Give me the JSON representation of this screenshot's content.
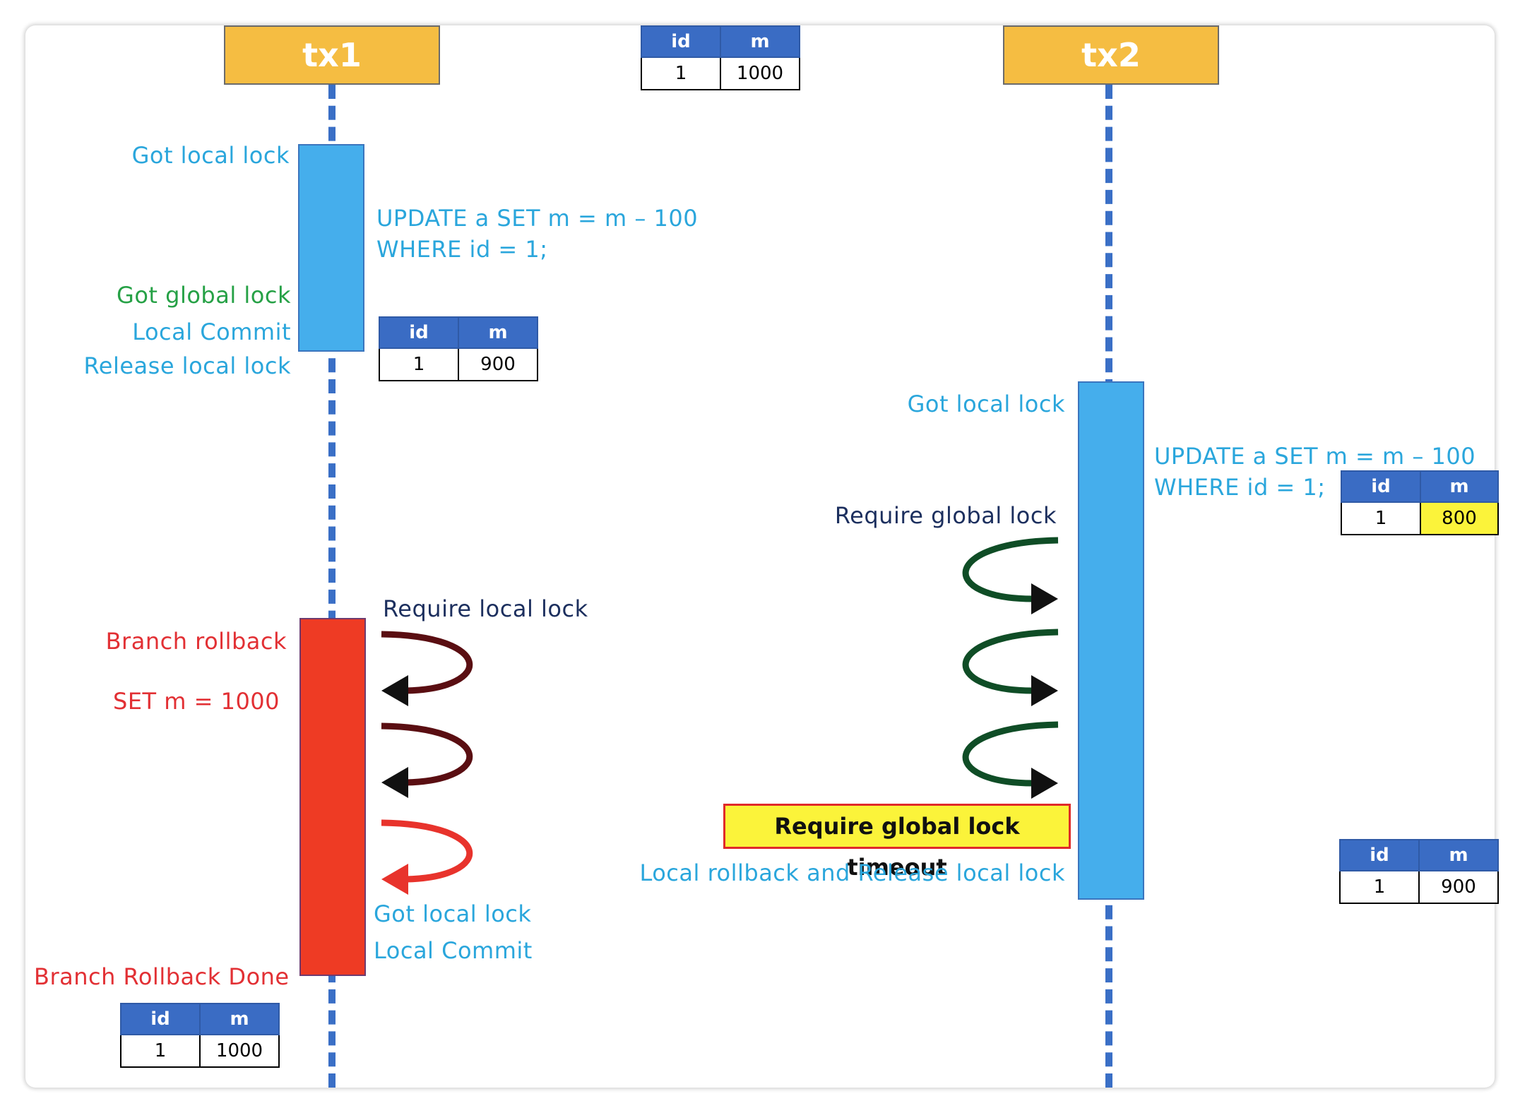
{
  "headers": {
    "tx1": "tx1",
    "tx2": "tx2"
  },
  "tables": {
    "initial": {
      "cols": [
        "id",
        "m"
      ],
      "row": [
        "1",
        "1000"
      ]
    },
    "after_tx1_commit": {
      "cols": [
        "id",
        "m"
      ],
      "row": [
        "1",
        "900"
      ]
    },
    "tx2_update": {
      "cols": [
        "id",
        "m"
      ],
      "row": [
        "1",
        "800"
      ],
      "highlight_color": "#fbf33a"
    },
    "after_tx2_rollback": {
      "cols": [
        "id",
        "m"
      ],
      "row": [
        "1",
        "900"
      ]
    },
    "final": {
      "cols": [
        "id",
        "m"
      ],
      "row": [
        "1",
        "1000"
      ]
    }
  },
  "tx1": {
    "got_local_lock": "Got local lock",
    "sql_line1": "UPDATE a SET m = m – 100",
    "sql_line2": "WHERE id = 1;",
    "got_global_lock": "Got global lock",
    "local_commit": "Local Commit",
    "release_local_lock": "Release local lock",
    "branch_rollback": "Branch rollback",
    "set_m": "SET m = 1000",
    "require_local_lock": "Require local lock",
    "got_local_lock_2": "Got local lock",
    "local_commit_2": "Local Commit",
    "branch_rollback_done": "Branch Rollback Done"
  },
  "tx2": {
    "got_local_lock": "Got local lock",
    "sql_line1": "UPDATE a SET m = m – 100",
    "sql_line2": "WHERE id = 1;",
    "require_global_lock": "Require global lock",
    "timeout": "Require global lock timeout",
    "local_rollback": "Local rollback and Release local lock"
  },
  "colors": {
    "header": "#f5bd42",
    "lifeline": "#3a6fc6",
    "activation_blue": "#45aeec",
    "activation_red": "#ee3b24",
    "label_blue": "#2aa6dc",
    "label_green": "#26a146",
    "label_red": "#e23034",
    "label_navy": "#1c2f5e",
    "table_header": "#3a6cc4",
    "retry_arrow_dark_red": "#5a0e12",
    "retry_arrow_red": "#e8332c",
    "retry_arrow_green": "#0f4d26"
  }
}
